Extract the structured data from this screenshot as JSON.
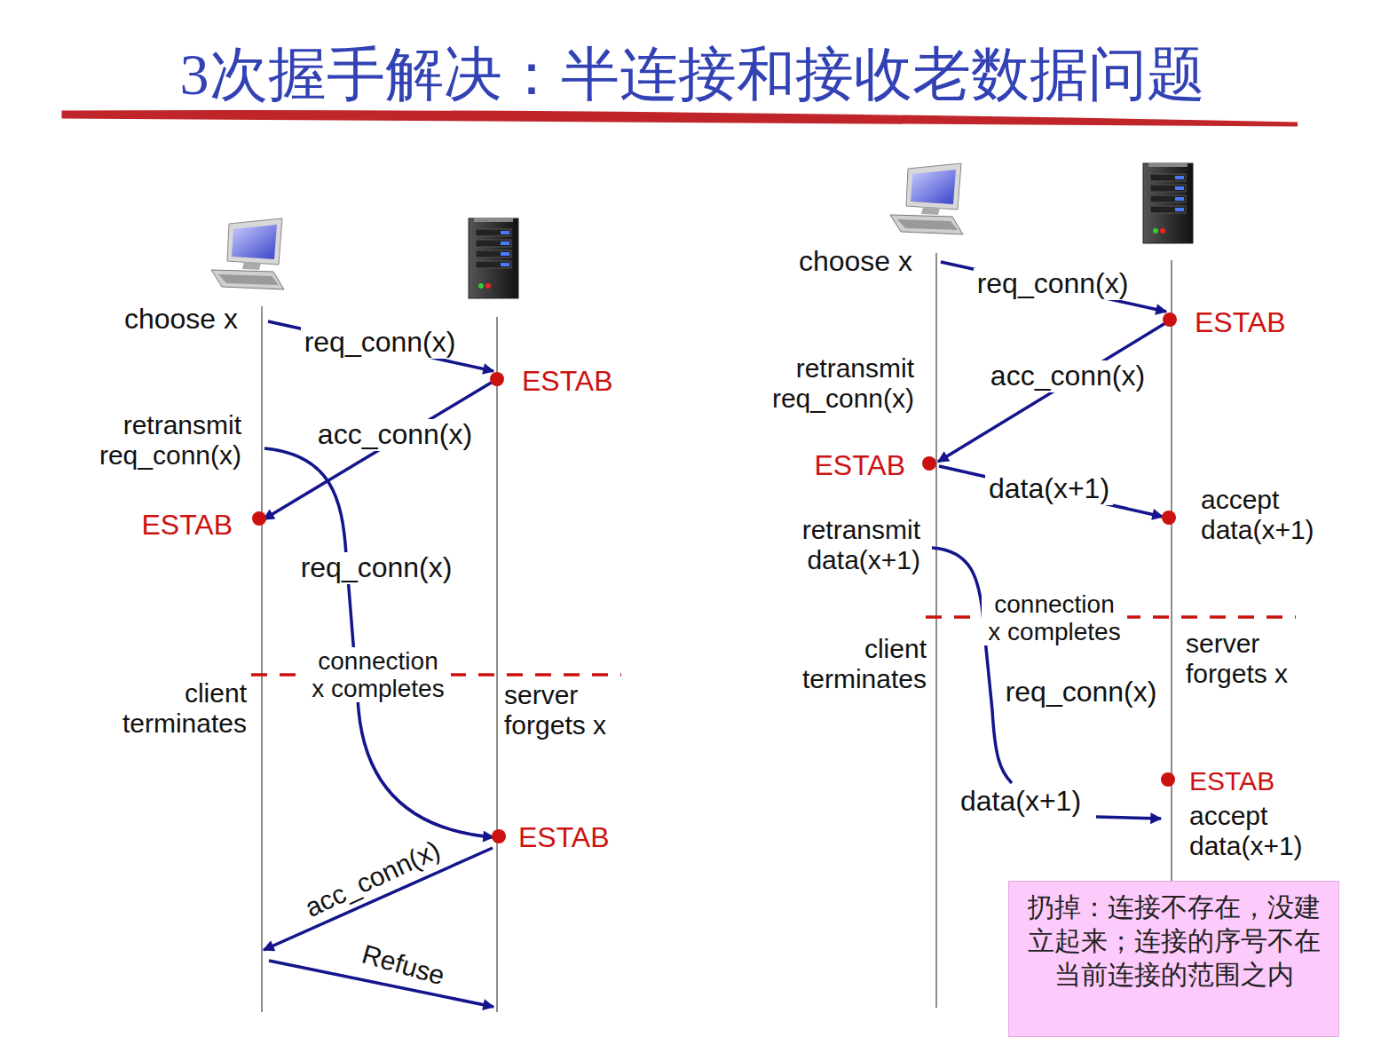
{
  "diagram": {
    "title": "3次握手解决：半连接和接收老数据问题",
    "nodes": [
      {
        "text": [
          "扔掉：连接不存在，没建立起来；连接的序号不在当前连接的范围之内"
        ]
      }
    ],
    "labels": [
      "choose x",
      "req_conn(x)",
      "ESTAB",
      "retransmit req_conn(x)",
      "acc_conn(x)",
      "ESTAB",
      "req_conn(x)",
      "connection x completes",
      "client terminates",
      "server forgets x",
      "ESTAB",
      "acc_conn(x)",
      "Refuse",
      "choose x",
      "req_conn(x)",
      "ESTAB",
      "retransmit req_conn(x)",
      "acc_conn(x)",
      "ESTAB",
      "data(x+1)",
      "accept data(x+1)",
      "retransmit data(x+1)",
      "connection x completes",
      "client terminates",
      "server forgets x",
      "req_conn(x)",
      "ESTAB",
      "accept data(x+1)",
      "data(x+1)"
    ]
  }
}
